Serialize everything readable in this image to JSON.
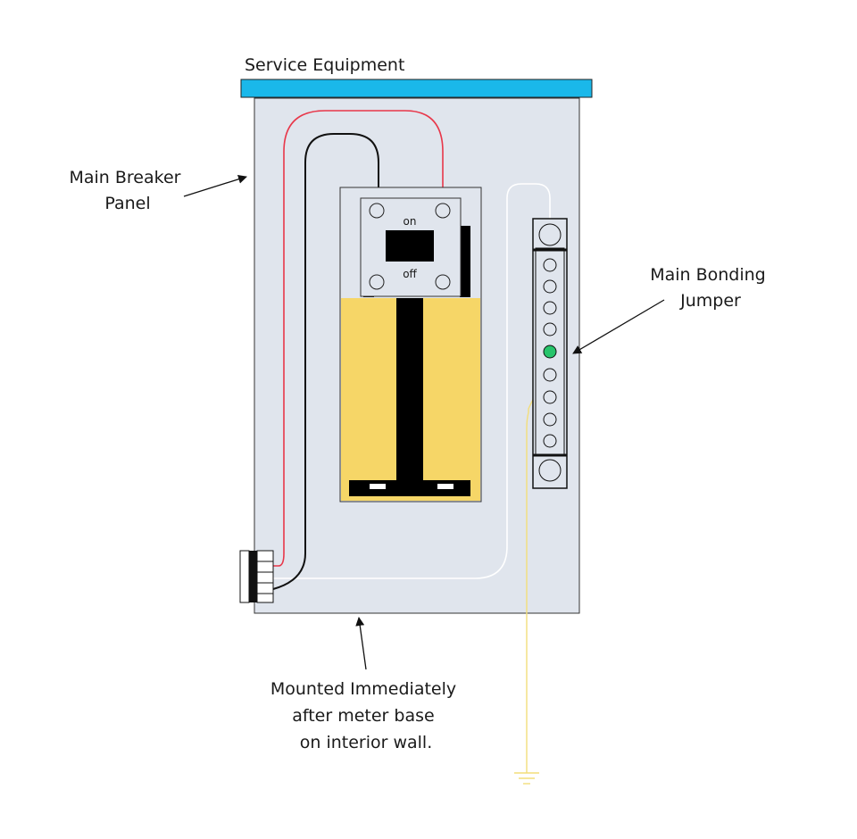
{
  "title": "Service Equipment",
  "labels": {
    "main_breaker_panel": [
      "Main Breaker",
      "Panel"
    ],
    "main_bonding_jumper": [
      "Main Bonding",
      "Jumper"
    ],
    "mounting_note": [
      "Mounted Immediately",
      "after meter base",
      "on interior wall."
    ]
  },
  "breaker": {
    "on_label": "on",
    "off_label": "off"
  },
  "colors": {
    "title_bar": "#1ab8ea",
    "panel": "#e0e5ed",
    "hot_wire": "#e8374a",
    "neutral_wire": "#111111",
    "bonding_wire": "#ffffff",
    "ground_wire": "#f3de7a",
    "breaker_body": "#f6d667",
    "bonding_screw": "#27c46b"
  },
  "icons": {
    "ground": "ground-symbol-icon",
    "arrow": "arrow-icon"
  }
}
